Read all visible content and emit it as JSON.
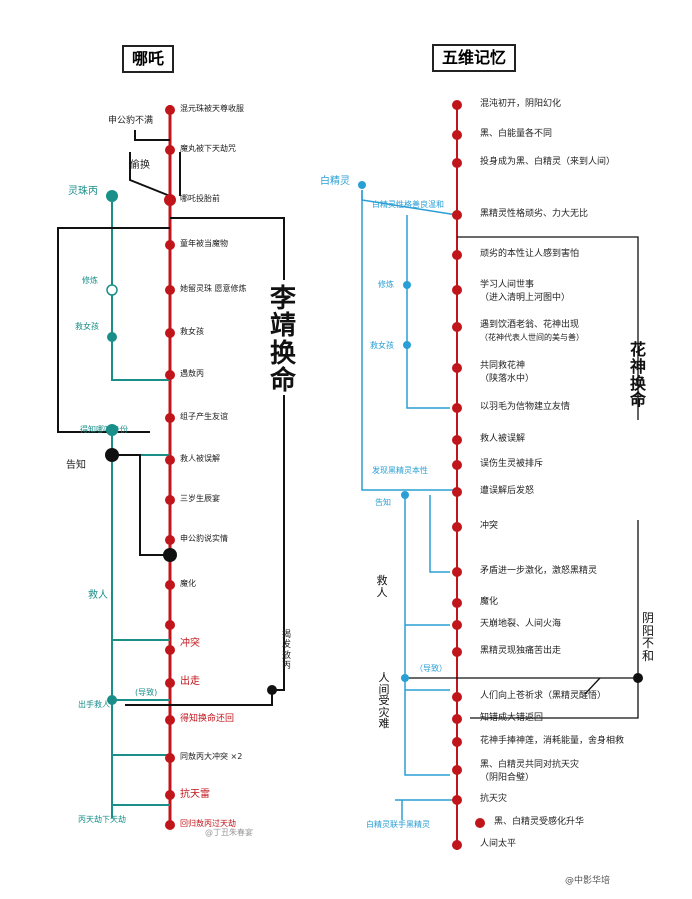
{
  "left": {
    "title": "哪吒",
    "nodes": [
      "混元珠被天尊收服",
      "魔丸被下天劫咒",
      "哪吒投胎前",
      "童年被当魔物",
      "她留灵珠 愿意修炼",
      "救女孩",
      "遇敖丙",
      "组子产生友谊",
      "救人被误解",
      "三岁生辰宴",
      "申公豹说实情",
      "魔化",
      "冲突",
      "出走",
      "得知换命还回",
      "同敖丙大冲突 ×2",
      "抗天雷",
      "回归敖丙过天劫"
    ],
    "branch": {
      "top": "申公豹不满",
      "steal": "偷换",
      "lingzhu": "灵珠丙",
      "xiulian": "修炼",
      "jiunvhai": "救女孩",
      "zhidao": "得知哪吒身份",
      "gaozhi": "告知",
      "jiuren": "救人",
      "daozhi": "(导致)",
      "zhuangtai": "出手救人",
      "bottom": "丙天劫下天劫"
    },
    "right_vertical": "李靖换命",
    "jiedu": "揭发敖丙",
    "watermark": "@丁丑朱春宴"
  },
  "right": {
    "title": "五维记忆",
    "nodes": [
      "混沌初开，阴阳幻化",
      "黑、白能量各不同",
      "投身成为黑、白精灵（来到人间）",
      "黑精灵性格顽劣、力大无比",
      "顽劣的本性让人感到害怕",
      "学习人间世事",
      "（进入清明上河图中）",
      "遇到饮酒老翁、花神出现",
      "（花神代表人世间的美与善）",
      "共同救花神",
      "（陕落水中）",
      "以羽毛为信物建立友情",
      "救人被误解",
      "误伤生灵被排斥",
      "遭误解后发怒",
      "冲突",
      "矛盾进一步激化，激怒黑精灵",
      "魔化",
      "天崩地裂、人间火海",
      "黑精灵现独痛苦出走",
      "人们向上苍祈求（黑精灵醒悟）",
      "知错成大错返回",
      "花神手捧神莲，消耗能量，舍身相救",
      "黑、白精灵共同对抗天灾",
      "（阴阳合璧）",
      "抗天灾",
      "黑、白精灵受感化升华",
      "人间太平"
    ],
    "branch": {
      "baijingling": "白精灵",
      "baixing": "白精灵性格善良温和",
      "xiulian": "修炼",
      "jiunvhai": "救女孩",
      "faxian": "发现黑精灵本性",
      "sangzhi": "告知",
      "jiuren": "救人",
      "renjian": "人间受灾难",
      "daozhi": "（导致）",
      "lianshou": "白精灵联手黑精灵"
    },
    "huashen": "花神换命",
    "yinyang": "阴阳不和",
    "watermark": "@中影华培"
  },
  "colors": {
    "spine": "#c0151b",
    "teal": "#1a8f8a",
    "blue": "#2a9fd6",
    "ink": "#111111"
  }
}
